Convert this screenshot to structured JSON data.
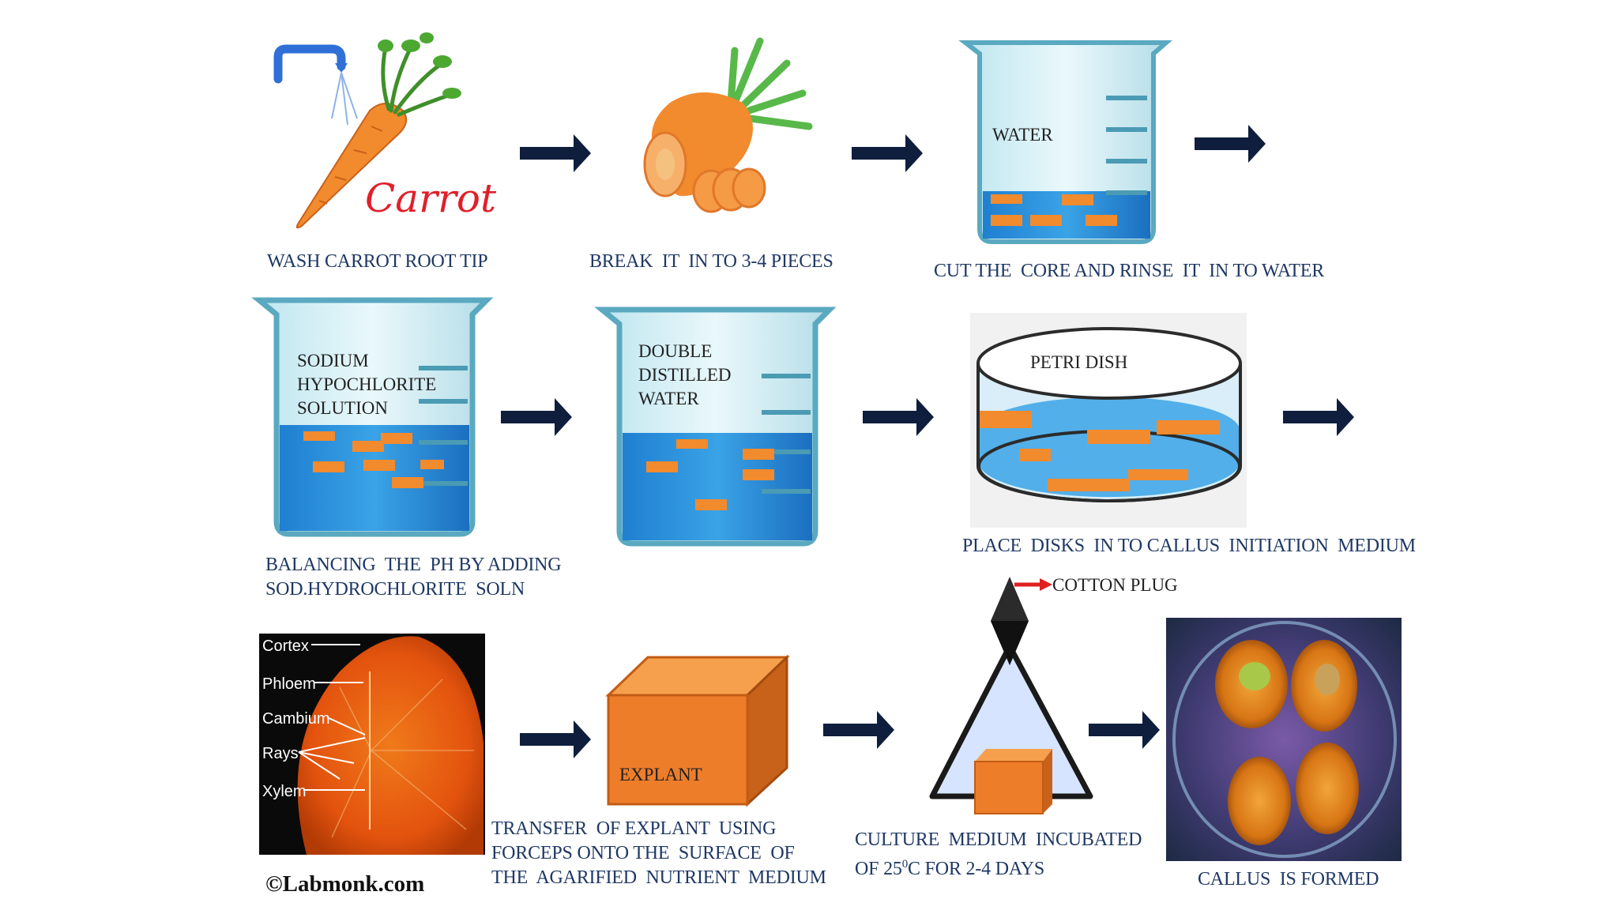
{
  "steps": {
    "wash": {
      "caption": "WASH CARROT ROOT TIP",
      "image_text": "Carrot"
    },
    "break": {
      "caption": "BREAK  IT  IN TO 3-4 PIECES"
    },
    "cut": {
      "caption": "CUT THE  CORE AND RINSE  IT  IN TO WATER",
      "beaker_label": "WATER"
    },
    "sodium": {
      "beaker_label_lines": [
        "SODIUM",
        "HYPOCHLORITE",
        "SOLUTION"
      ],
      "caption_lines": [
        "BALANCING  THE  PH BY ADDING",
        "SOD.HYDROCHLORITE  SOLN"
      ]
    },
    "distilled": {
      "beaker_label_lines": [
        "DOUBLE",
        "DISTILLED",
        "WATER"
      ]
    },
    "petri": {
      "dish_label": "PETRI DISH",
      "caption": "PLACE  DISKS  IN TO CALLUS  INITIATION  MEDIUM"
    },
    "cross_section": {
      "labels": [
        "Cortex",
        "Phloem",
        "Cambium",
        "Rays",
        "Xylem"
      ]
    },
    "explant": {
      "label": "EXPLANT",
      "caption_lines": [
        "TRANSFER  OF EXPLANT  USING",
        "FORCEPS ONTO THE  SURFACE  OF",
        "THE  AGARIFIED  NUTRIENT  MEDIUM"
      ]
    },
    "flask": {
      "plug_label": "COTTON PLUG",
      "caption_line1": "CULTURE  MEDIUM  INCUBATED",
      "caption_line2_prefix": "OF 25",
      "caption_line2_sup": "0",
      "caption_line2_suffix": "C FOR 2-4 DAYS"
    },
    "callus": {
      "caption": "CALLUS  IS FORMED"
    }
  },
  "copyright": "©Labmonk.com",
  "colors": {
    "caption_text": "#1f3864",
    "arrow": "#0e1e3c",
    "carrot_orange": "#f28a2e",
    "water_blue": "#3aa3e6",
    "explant_orange": "#ee7d2a",
    "plug_red": "#e02020"
  }
}
